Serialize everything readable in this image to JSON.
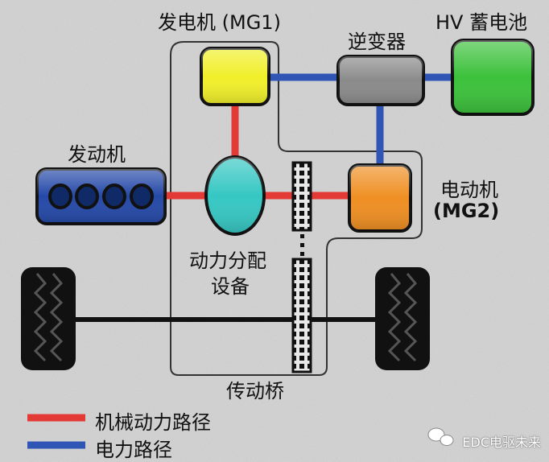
{
  "labels": {
    "generator": "发电机 (MG1)",
    "inverter": "逆变器",
    "battery": "HV 蓄电池",
    "engine": "发动机",
    "motor_line1": "电动机",
    "motor_line2": "(MG2)",
    "psd_line1": "动力分配",
    "psd_line2": "设备",
    "axle": "传动桥"
  },
  "legend": [
    {
      "label": "机械动力路径",
      "color": "#e43a36"
    },
    {
      "label": "电力路径",
      "color": "#2f55b5"
    }
  ],
  "colors": {
    "generator": "#f0ef2a",
    "inverter": "#8a8a8a",
    "battery": "#3cc13b",
    "engine": "#2549a8",
    "psd": "#36c7c3",
    "motor": "#ef8f23",
    "mechanical": "#e43a36",
    "electrical": "#2f55b5"
  },
  "watermark": "EDC电驱未来"
}
